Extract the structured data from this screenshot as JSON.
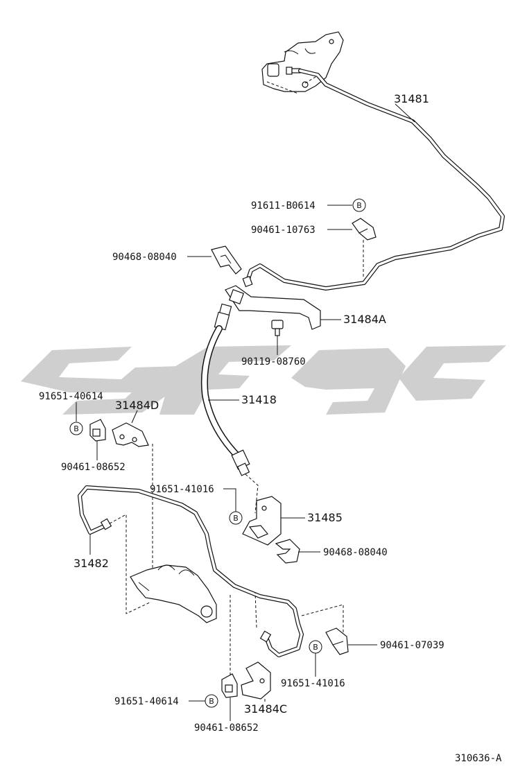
{
  "labels": {
    "p31481": "31481",
    "p91611_b0614": "91611-B0614",
    "p90461_10763": "90461-10763",
    "p90468_08040_top": "90468-08040",
    "p31484a": "31484A",
    "p90119_08760": "90119-08760",
    "p91651_40614_left": "91651-40614",
    "p31484d": "31484D",
    "p31418": "31418",
    "p90461_08652_left": "90461-08652",
    "p91651_41016_mid": "91651-41016",
    "p31485": "31485",
    "p31482": "31482",
    "p90468_08040_bot": "90468-08040",
    "p90461_07039": "90461-07039",
    "p91651_41016_bot": "91651-41016",
    "p91651_40614_bot": "91651-40614",
    "p31484c": "31484C",
    "p90461_08652_bot": "90461-08652"
  },
  "badge_letter": "B",
  "diagram_code": "310636-A",
  "colors": {
    "ink": "#111111",
    "watermark": "#cfcfcf",
    "background": "#ffffff"
  }
}
